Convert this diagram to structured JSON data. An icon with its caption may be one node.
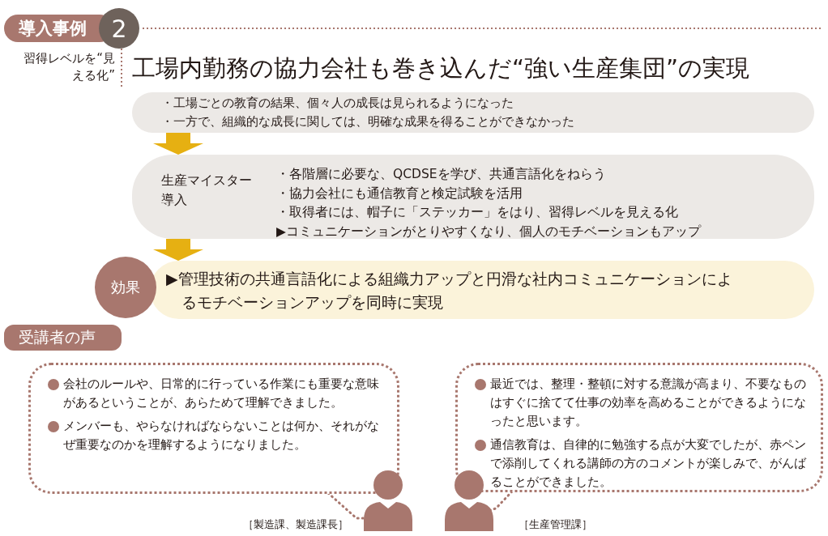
{
  "diagram": {
    "title": "工場内勤務の協力会社も巻き込んだ“強い生産集団”の実現",
    "nodes": [
      {
        "text": [
          "・工場ごとの教育の結果、個々人の成長は見られるようになった",
          "・一方で、組織的な成長に関しては、明確な成果を得ることができなかった"
        ]
      },
      {
        "text": [
          "生産マイスター導入",
          "・各階層に必要な、QCDSEを学び、共通言語化をねらう",
          "・協力会社にも通信教育と検定試験を活用",
          "・取得者には、帽子に「ステッカー」をはり、習得レベルを見える化",
          "▶コミュニケーションがとりやすくなり、個人のモチベーションもアップ"
        ]
      },
      {
        "text": [
          "▶管理技術の共通言語化による組織力アップと円滑な社内コミュニケーションによるモチベーションアップを同時に実現"
        ]
      },
      {
        "text": [
          "効果"
        ]
      },
      {
        "text": [
          "会社のルールや、日常的に行っている作業にも重要な意味があるということが、あらためて理解できました。",
          "メンバーも、やらなければならないことは何か、それがなぜ重要なのかを理解するようになりました。"
        ]
      },
      {
        "text": [],
        "shape": "person",
        "beside": [
          "［製造課、製造課長］"
        ]
      },
      {
        "text": [
          "最近では、整理・整頓に対する意識が高まり、不要なものはすぐに捨てて仕事の効率を高めることができるようになったと思います。",
          "通信教育は、自律的に勉強する点が大変でしたが、赤ペンで添削してくれる講師の方のコメントが楽しみで、がんばることができました。"
        ]
      },
      {
        "text": [],
        "shape": "person",
        "beside": [
          "［生産管理課］"
        ]
      }
    ],
    "edges": [
      {
        "from": 0,
        "to": 1,
        "arrow": "to"
      },
      {
        "from": 1,
        "to": 2,
        "arrow": "to"
      }
    ],
    "labels": [
      "導入事例",
      "2",
      "習得レベルを“見える化”",
      "受講者の声"
    ]
  }
}
